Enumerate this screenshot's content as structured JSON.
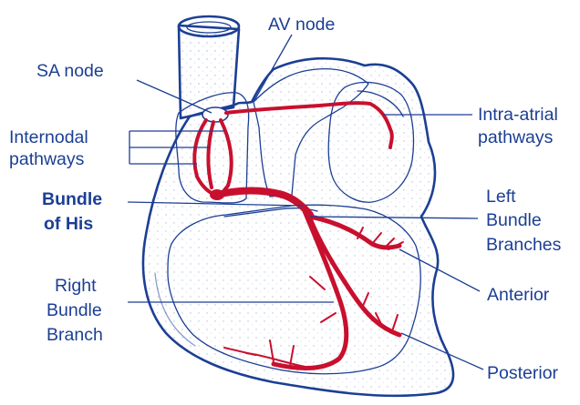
{
  "labels": {
    "sa_node": "SA node",
    "av_node": "AV node",
    "internodal_1": "Internodal",
    "internodal_2": "pathways",
    "intra_atrial_1": "Intra-atrial",
    "intra_atrial_2": "pathways",
    "bundle_his_1": "Bundle",
    "bundle_his_2": "of  His",
    "left_bundle_1": "Left",
    "left_bundle_2": "Bundle",
    "left_bundle_3": "Branches",
    "anterior": "Anterior",
    "right_bundle_1": "Right",
    "right_bundle_2": "Bundle",
    "right_bundle_3": "Branch",
    "posterior": "Posterior"
  },
  "colors": {
    "label_text": "#1c3f94",
    "outline": "#1c3f94",
    "heart_fill": "#f9dfdb",
    "conduction": "#c8102e",
    "background": "#ffffff"
  }
}
